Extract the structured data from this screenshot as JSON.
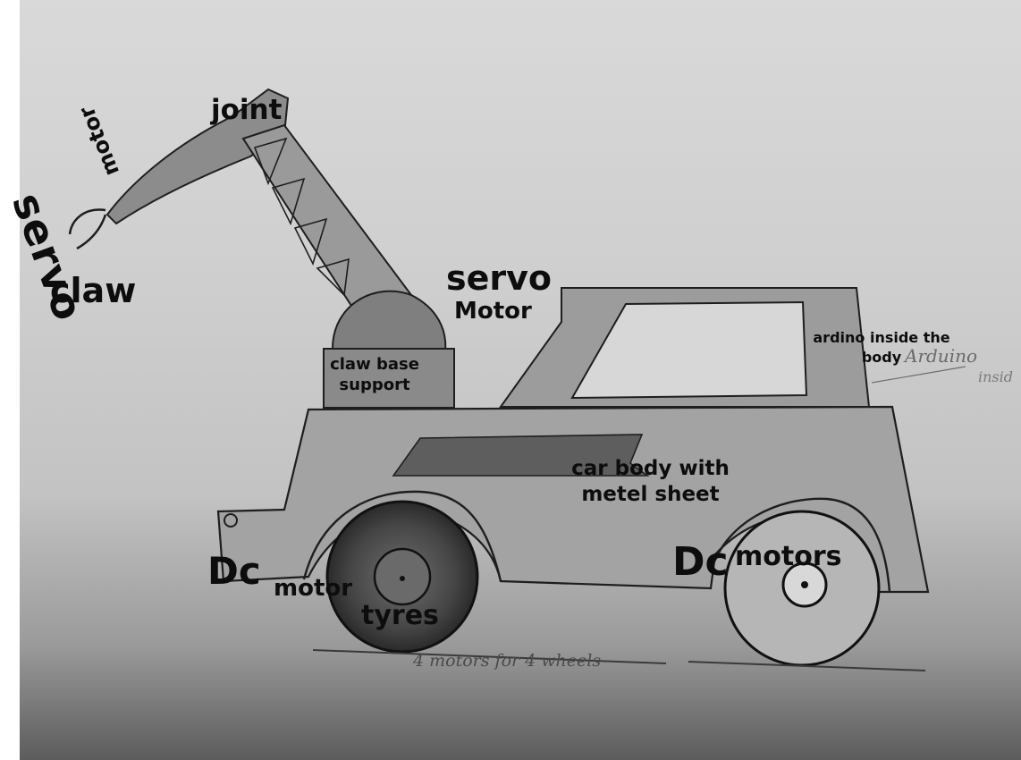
{
  "labels": {
    "joint": "joint",
    "servo_left": "servo",
    "motor_left": "motor",
    "claw": "claw",
    "servo_mid": "servo",
    "motor_mid": "Motor",
    "claw_base_line1": "claw base",
    "claw_base_line2": "support",
    "ardino_line1": "ardino inside the",
    "ardino_line2": "body",
    "car_body_line1": "car body with",
    "car_body_line2": "metel sheet",
    "dc_front": "Dc",
    "motor_front": "motor",
    "tyres": "tyres",
    "dc_rear": "Dc",
    "motors_rear": "motors"
  },
  "handwriting": {
    "bottom_note": "4 motors for 4 wheels",
    "arduino_note": "Arduino",
    "inside_note": "insid"
  },
  "colors": {
    "paper": "#d2d2d2",
    "pencil": "#1e1e1e",
    "shade": "#7a7a7a",
    "label": "#0d0d0d"
  }
}
